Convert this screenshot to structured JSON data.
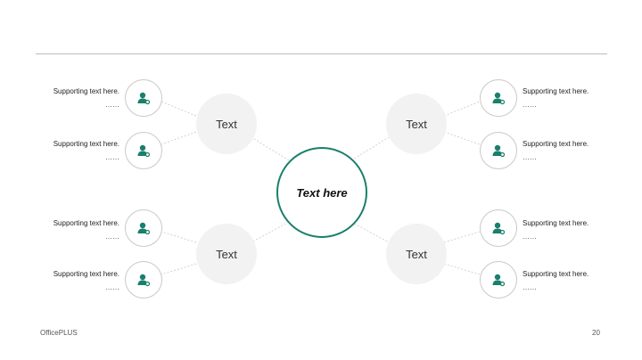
{
  "center_label": "Text here",
  "hubs": [
    {
      "label": "Text"
    },
    {
      "label": "Text"
    },
    {
      "label": "Text"
    },
    {
      "label": "Text"
    }
  ],
  "items": [
    {
      "text": "Supporting text here.",
      "dots": "……"
    },
    {
      "text": "Supporting text here.",
      "dots": "……"
    },
    {
      "text": "Supporting text here.",
      "dots": "……"
    },
    {
      "text": "Supporting text here.",
      "dots": "……"
    },
    {
      "text": "Supporting text here.",
      "dots": "……"
    },
    {
      "text": "Supporting text here.",
      "dots": "……"
    },
    {
      "text": "Supporting text here.",
      "dots": "……"
    },
    {
      "text": "Supporting text here.",
      "dots": "……"
    }
  ],
  "footer": {
    "brand": "OfficePLUS",
    "page": "20"
  },
  "colors": {
    "accent": "#1a7f6b",
    "hub_fill": "#f2f2f2",
    "line": "#c8c8c8"
  },
  "icon": "user-settings-icon"
}
